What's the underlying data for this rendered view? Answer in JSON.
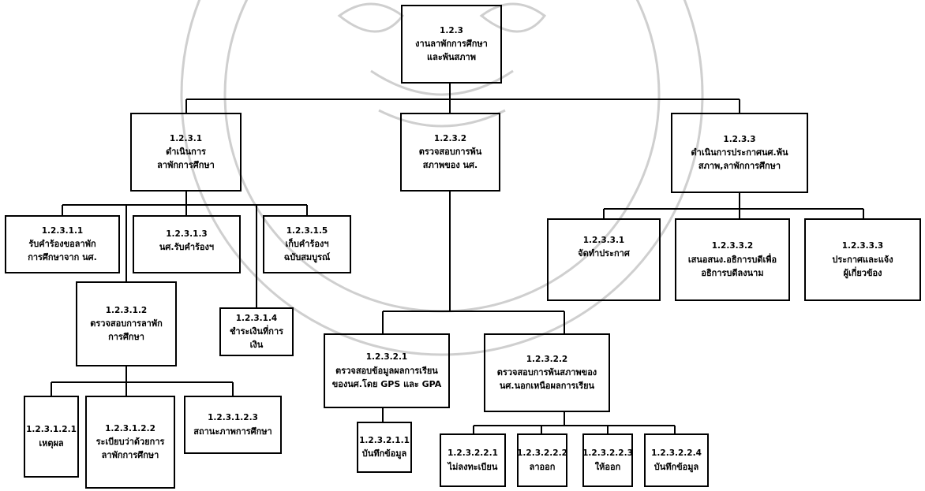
{
  "nodes": {
    "n123": {
      "code": "1.2.3",
      "label": "งานลาพักการศึกษา\nและพ้นสภาพ"
    },
    "n1231": {
      "code": "1.2.3.1",
      "label": "ดำเนินการ\nลาพักการศึกษา"
    },
    "n1232": {
      "code": "1.2.3.2",
      "label": "ตรวจสอบการพ้น\nสภาพของ นศ."
    },
    "n1233": {
      "code": "1.2.3.3",
      "label": "ดำเนินการประกาศนศ.พ้น\nสภาพ,ลาพักการศึกษา"
    },
    "n12311": {
      "code": "1.2.3.1.1",
      "label": "รับคำร้องขอลาพัก\nการศึกษาจาก นศ."
    },
    "n12313": {
      "code": "1.2.3.1.3",
      "label": "นศ.รับคำร้องฯ"
    },
    "n12315": {
      "code": "1.2.3.1.5",
      "label": "เก็บคำร้องฯ\nฉบับสมบูรณ์"
    },
    "n12312": {
      "code": "1.2.3.1.2",
      "label": "ตรวจสอบการลาพัก\nการศึกษา"
    },
    "n12314": {
      "code": "1.2.3.1.4",
      "label": "ชำระเงินที่การเงิน"
    },
    "n123121": {
      "code": "1.2.3.1.2.1",
      "label": "เหตุผล"
    },
    "n123122": {
      "code": "1.2.3.1.2.2",
      "label": "ระเบียบว่าด้วยการ\nลาพักการศึกษา"
    },
    "n123123": {
      "code": "1.2.3.1.2.3",
      "label": "สถานะภาพการศึกษา"
    },
    "n12321": {
      "code": "1.2.3.2.1",
      "label": "ตรวจสอบข้อมูลผลการเรียน\nของนศ.โดย GPS และ GPA"
    },
    "n12322": {
      "code": "1.2.3.2.2",
      "label": "ตรวจสอบการพ้นสภาพของ\nนศ.นอกเหนือผลการเรียน"
    },
    "n123211": {
      "code": "1.2.3.2.1.1",
      "label": "บันทึกข้อมูล"
    },
    "n123221": {
      "code": "1.2.3.2.2.1",
      "label": "ไม่ลงทะเบียน"
    },
    "n123222": {
      "code": "1.2.3.2.2.2",
      "label": "ลาออก"
    },
    "n123223": {
      "code": "1.2.3.2.2.3",
      "label": "ให้ออก"
    },
    "n123224": {
      "code": "1.2.3.2.2.4",
      "label": "บันทึกข้อมูล"
    },
    "n12331": {
      "code": "1.2.3.3.1",
      "label": "จัดทำประกาศ"
    },
    "n12332": {
      "code": "1.2.3.3.2",
      "label": "เสนอสนง.อธิการบดีเพื่อ\nอธิการบดีลงนาม"
    },
    "n12333": {
      "code": "1.2.3.3.3",
      "label": "ประกาศและแจ้ง\nผู้เกี่ยวข้อง"
    }
  },
  "colors": {
    "line": "#000000",
    "watermark": "#c8c8c8"
  }
}
